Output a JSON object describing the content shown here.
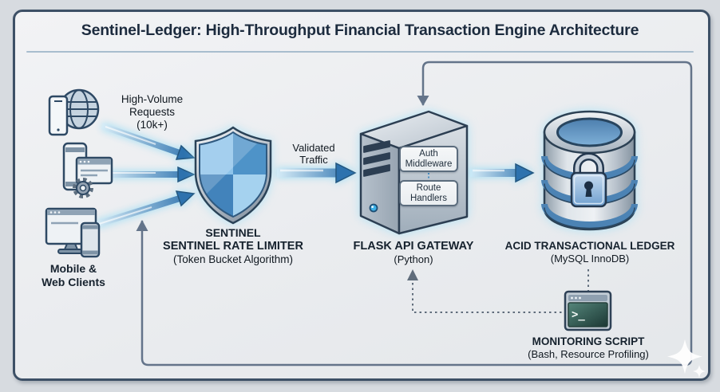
{
  "title": "Sentinel-Ledger: High-Throughput Financial Transaction Engine Architecture",
  "clients": {
    "caption": [
      "Mobile &",
      "Web Clients"
    ],
    "request_label": [
      "High-Volume",
      "Requests",
      "(10k+)"
    ]
  },
  "rate_limiter": {
    "title": "SENTINEL",
    "subtitle": "SENTINEL RATE LIMITER",
    "detail": "(Token Bucket Algorithm)"
  },
  "validated_traffic": [
    "Validated",
    "Traffic"
  ],
  "gateway": {
    "title": "FLASK API GATEWAY",
    "detail": "(Python)",
    "modules": [
      "Auth Middleware",
      "Route Handlers"
    ]
  },
  "ledger": {
    "title": "ACID TRANSACTIONAL LEDGER",
    "detail": "(MySQL InnoDB)"
  },
  "monitoring": {
    "title": "MONITORING SCRIPT",
    "detail": "(Bash, Resource Profiling)",
    "prompt": ">_"
  },
  "colors": {
    "page_bg": "#d7dbe0",
    "panel_bg": "#eef0f3",
    "panel_border": "#3d5066",
    "title_text": "#1c2b3e",
    "body_text": "#101820",
    "arrow_blue": "#2d72ae",
    "arrow_light": "#d6ecf7",
    "line_gray": "#64748a",
    "shield_blue": "#5596cc",
    "terminal_green": "#3f6f63"
  }
}
